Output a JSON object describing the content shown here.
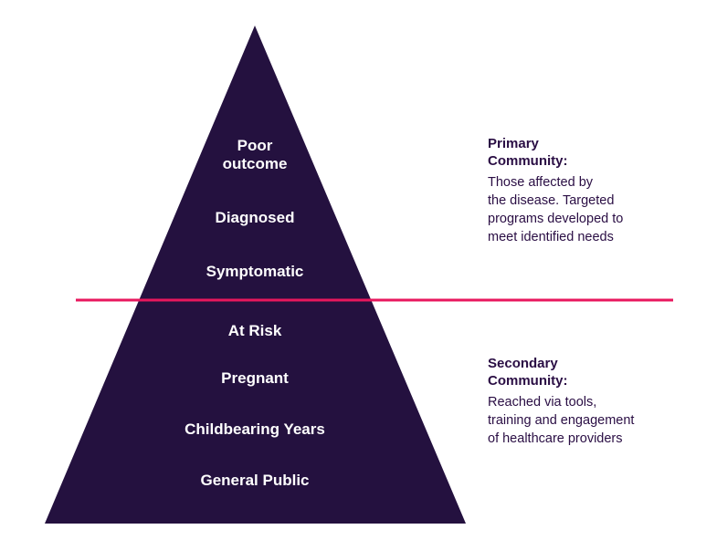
{
  "colors": {
    "pyramid_fill": "#24113f",
    "divider_line": "#e8175d",
    "label_text": "#ffffff",
    "side_text": "#2a0e44"
  },
  "pyramid": {
    "primary_tiers": [
      {
        "label": "Poor\noutcome"
      },
      {
        "label": "Diagnosed"
      },
      {
        "label": "Symptomatic"
      }
    ],
    "secondary_tiers": [
      {
        "label": "At Risk"
      },
      {
        "label": "Pregnant"
      },
      {
        "label": "Childbearing Years"
      },
      {
        "label": "General Public"
      }
    ]
  },
  "primary": {
    "title": "Primary\nCommunity:",
    "description": "Those affected by\nthe disease. Targeted\nprograms developed to\nmeet identified needs"
  },
  "secondary": {
    "title": "Secondary\nCommunity:",
    "description": "Reached via tools,\ntraining and engagement\nof healthcare providers"
  }
}
